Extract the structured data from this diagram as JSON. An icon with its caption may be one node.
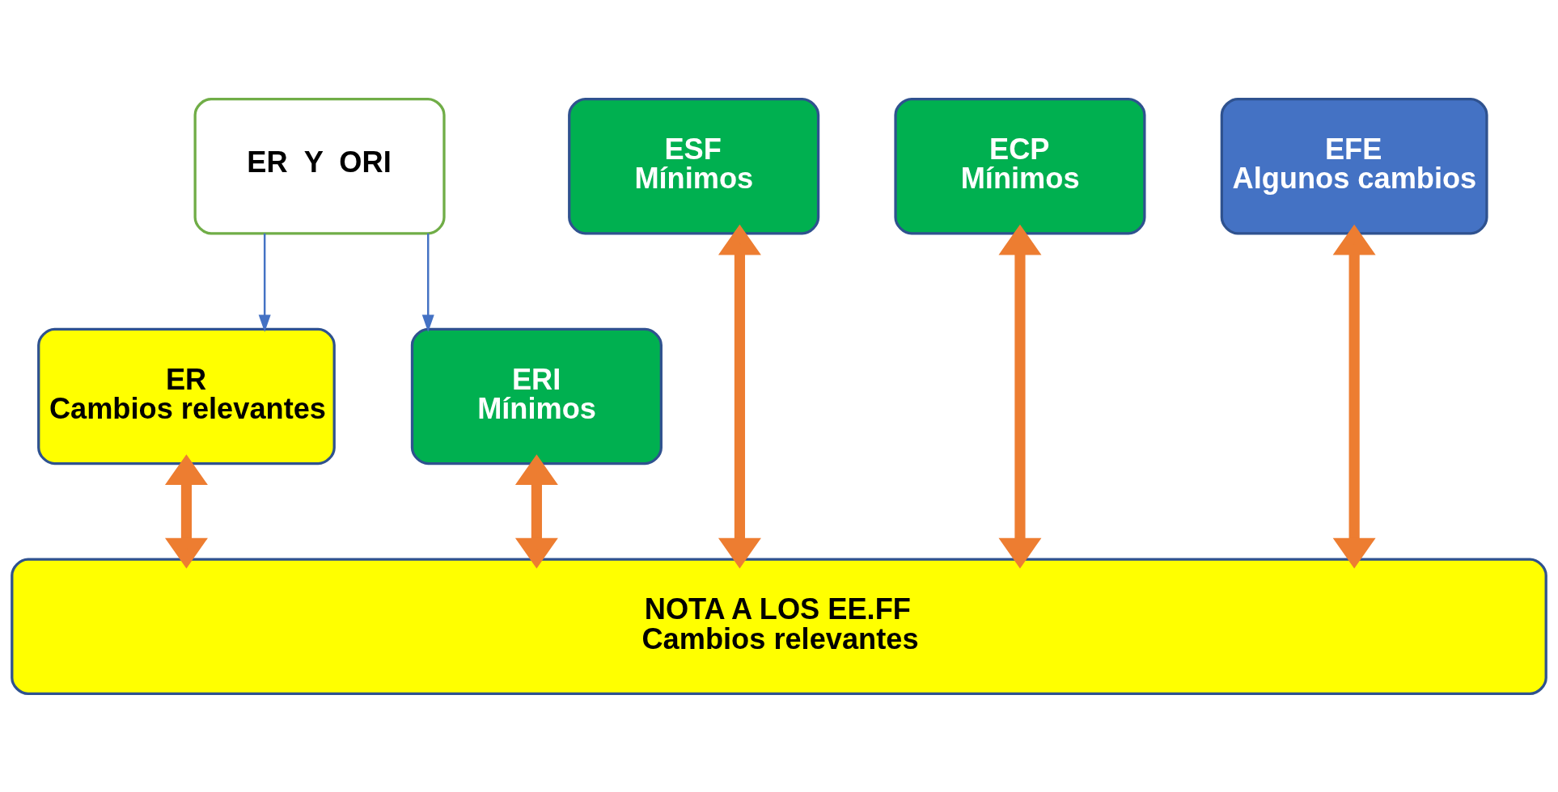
{
  "diagram": {
    "nodes": [
      {
        "text": [
          "ER  Y  ORI"
        ]
      },
      {
        "text": [
          "ESF",
          "Mínimos"
        ]
      },
      {
        "text": [
          "ECP",
          "Mínimos"
        ]
      },
      {
        "text": [
          "EFE",
          "Algunos cambios"
        ]
      },
      {
        "text": [
          "ER",
          "Cambios relevantes"
        ]
      },
      {
        "text": [
          "ERI",
          "Mínimos"
        ]
      },
      {
        "text": [
          "NOTA A LOS EE.FF",
          "Cambios relevantes"
        ]
      }
    ],
    "edges": [
      {
        "from": 0,
        "to": 4,
        "arrow": "to",
        "color": "#4472c4"
      },
      {
        "from": 0,
        "to": 5,
        "arrow": "to",
        "color": "#4472c4"
      },
      {
        "from": 4,
        "to": 6,
        "arrow": "both"
      },
      {
        "from": 5,
        "to": 6,
        "arrow": "both"
      },
      {
        "from": 1,
        "to": 6,
        "arrow": "both"
      },
      {
        "from": 2,
        "to": 6,
        "arrow": "both"
      },
      {
        "from": 3,
        "to": 6,
        "arrow": "both"
      }
    ]
  }
}
